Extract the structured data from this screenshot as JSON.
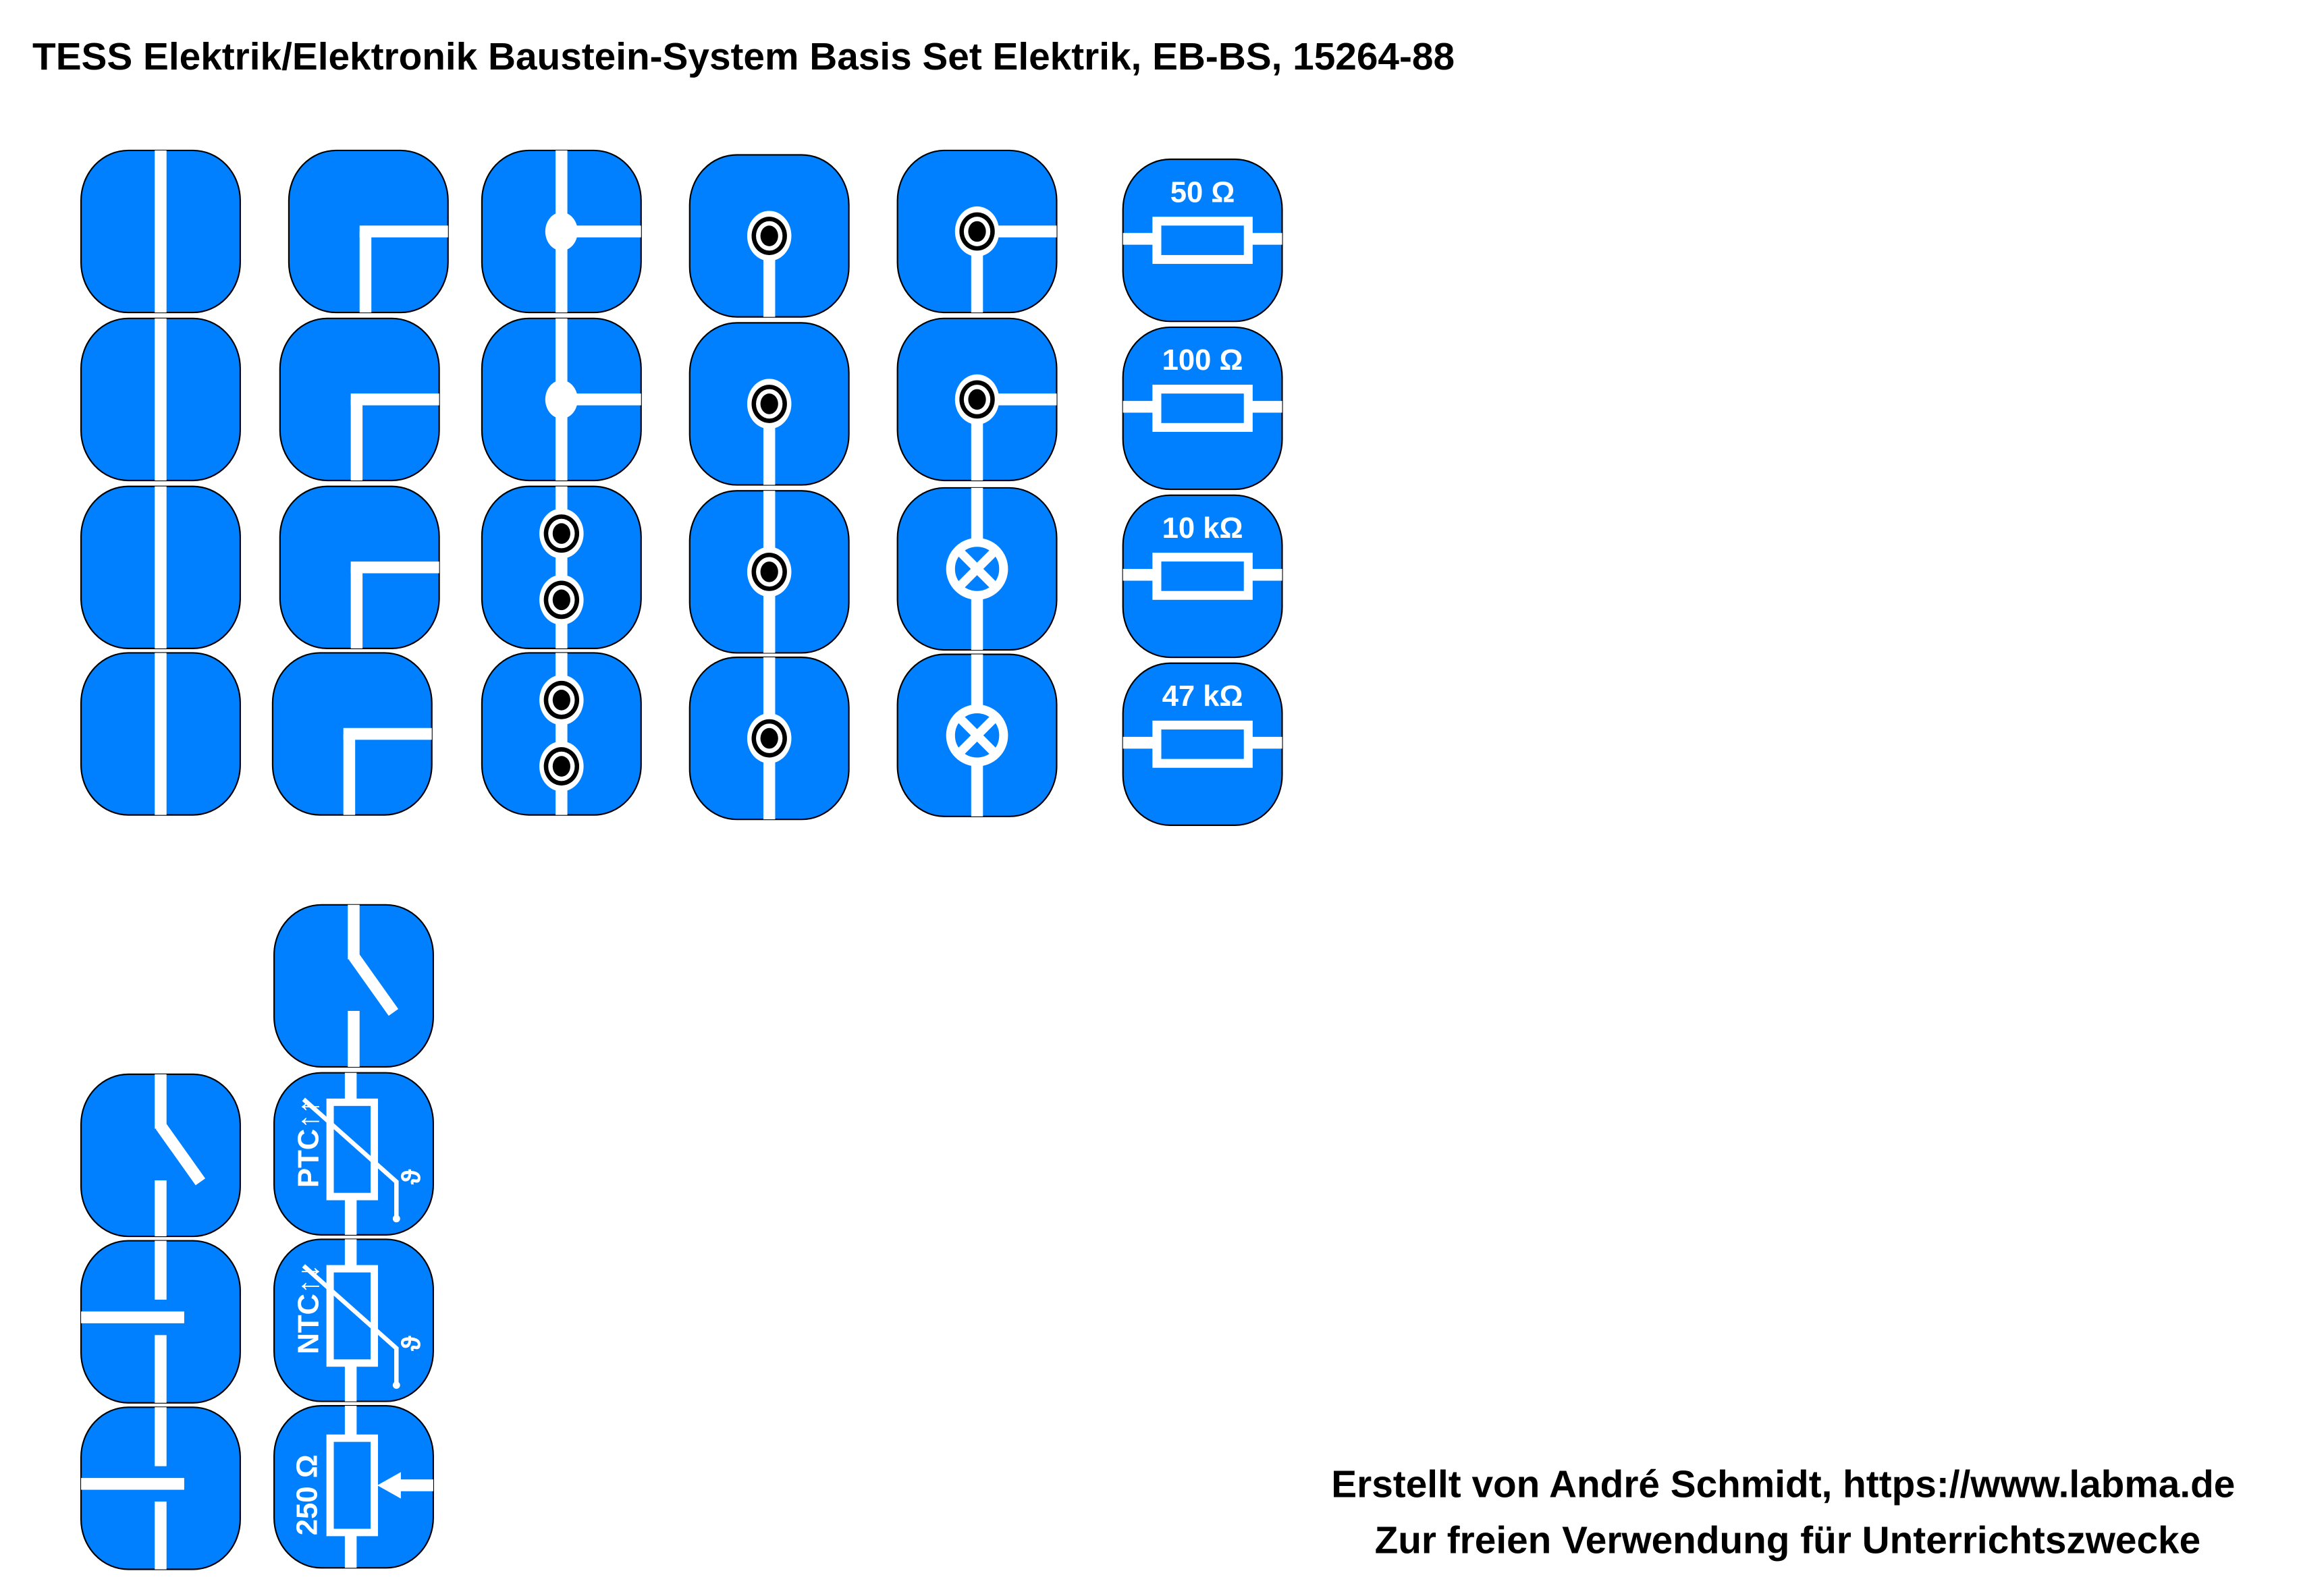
{
  "title": "TESS Elektrik/Elektronik Baustein-System Basis Set Elektrik, EB-BS, 15264-88",
  "resistors": [
    "50 Ω",
    "100 Ω",
    "10 kΩ",
    "47 kΩ"
  ],
  "ptc_label": "PTC↑↑",
  "ntc_label": "NTC↑↓",
  "theta_symbol": "ϑ",
  "poti_label": "250 Ω",
  "footer": {
    "line1": "Erstellt von André Schmidt, https://www.labma.de",
    "line2": "Zur freien Verwendung für Unterrichtszwecke"
  },
  "colors": {
    "tile": "#0080ff",
    "line": "#ffffff"
  }
}
